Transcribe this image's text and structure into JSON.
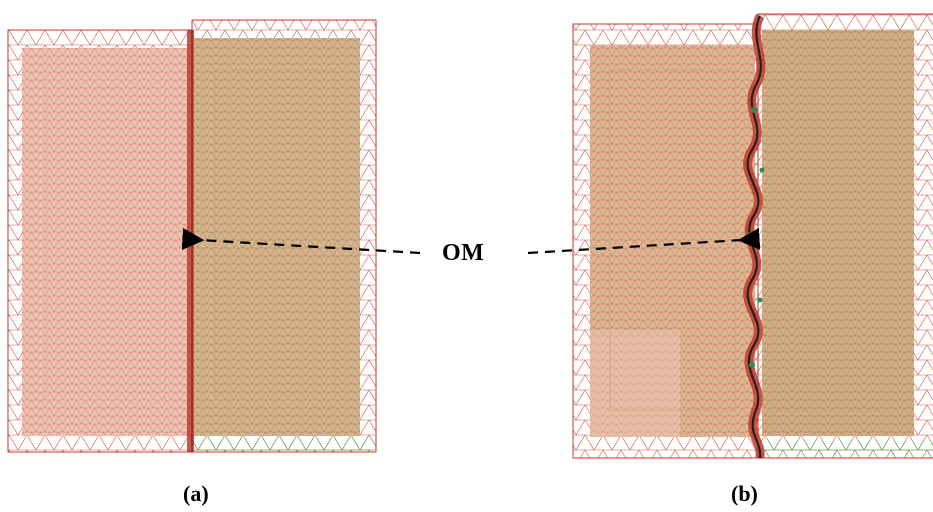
{
  "annotation": {
    "label": "OM"
  },
  "panels": [
    {
      "caption": "(a)",
      "interface": "straight"
    },
    {
      "caption": "(b)",
      "interface": "wavy"
    }
  ],
  "colors": {
    "left_fill": "#edc3b3",
    "right_fill": "#d6b590",
    "mesh_red": "#d83a2c",
    "mesh_green": "#3fb04a",
    "interface": "#c0392b",
    "arrow": "#000000"
  }
}
